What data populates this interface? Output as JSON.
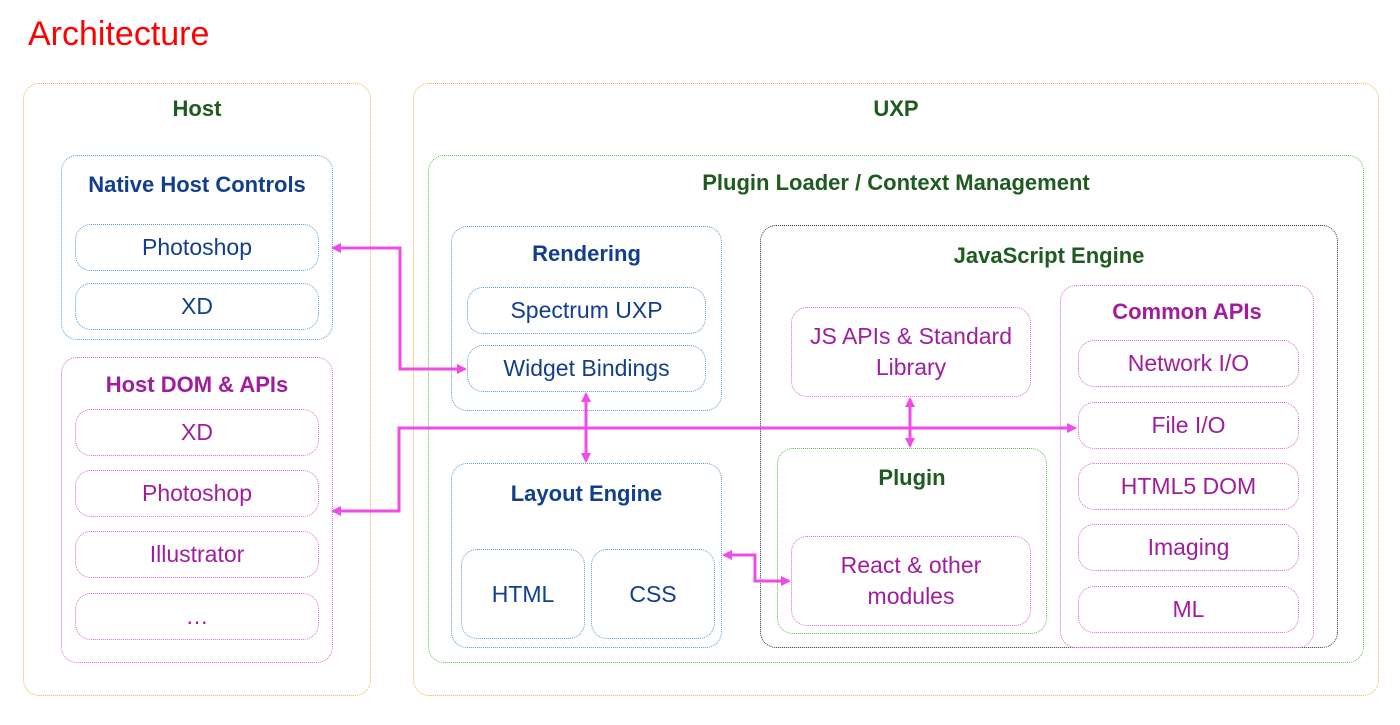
{
  "title": "Architecture",
  "host": {
    "heading": "Host",
    "native": {
      "heading": "Native Host Controls",
      "items": [
        "Photoshop",
        "XD"
      ]
    },
    "dom": {
      "heading": "Host DOM & APIs",
      "items": [
        "XD",
        "Photoshop",
        "Illustrator",
        "…"
      ]
    }
  },
  "uxp": {
    "heading": "UXP",
    "loader": {
      "heading": "Plugin Loader / Context Management",
      "rendering": {
        "heading": "Rendering",
        "items": [
          "Spectrum UXP",
          "Widget Bindings"
        ]
      },
      "layout": {
        "heading": "Layout Engine",
        "items": [
          "HTML",
          "CSS"
        ]
      },
      "js_engine": {
        "heading": "JavaScript Engine",
        "js_apis": "JS APIs & Standard Library",
        "plugin": {
          "heading": "Plugin",
          "modules": "React & other modules"
        },
        "common_apis": {
          "heading": "Common APIs",
          "items": [
            "Network I/O",
            "File I/O",
            "HTML5 DOM",
            "Imaging",
            "ML"
          ]
        }
      }
    }
  },
  "colors": {
    "title": "#ff0000",
    "outer_border": "#f5b041",
    "native_border": "#5b9bd5",
    "dom_border": "#e066d0",
    "loader_border": "#5dbb55",
    "connector": "#f04be6"
  }
}
